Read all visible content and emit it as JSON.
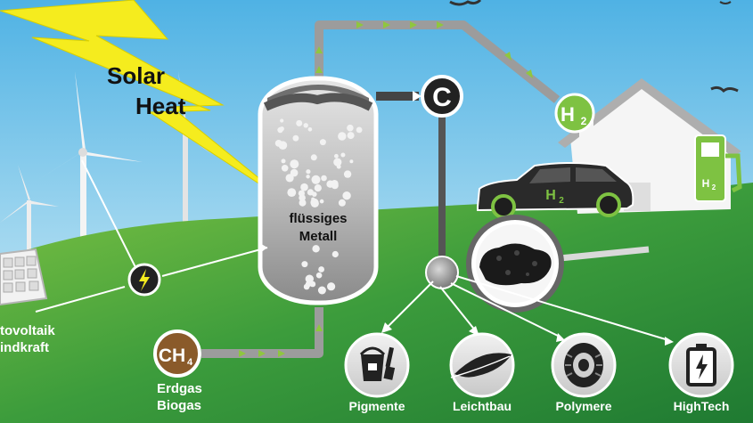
{
  "labels": {
    "solar_line1": "Solar",
    "solar_line2": "Heat",
    "reactor_line1": "flüssiges",
    "reactor_line2": "Metall",
    "carbon": "C",
    "hydrogen_node": "H",
    "hydrogen_node_sub": "2",
    "car_h2": "H",
    "car_h2_sub": "2",
    "pump_h2": "H",
    "pump_h2_sub": "2",
    "methane_main": "CH",
    "methane_sub": "4",
    "renewables_line1": "tovoltaik",
    "renewables_line2": "indkraft",
    "gas_line1": "Erdgas",
    "gas_line2": "Biogas",
    "product_pigments": "Pigmente",
    "product_lightweight": "Leichtbau",
    "product_polymers": "Polymere",
    "product_hightech": "HighTech"
  },
  "colors": {
    "sky_top": "#58b7e6",
    "sky_bottom": "#c9e9f6",
    "grass": "#3a9a3e",
    "lightning": "#f5ec1e",
    "node_dark": "#222222",
    "hydrogen": "#7ec242",
    "methane": "#8a5a2a",
    "pipe": "#8f8f8f",
    "arrow_green": "#8fc63f"
  },
  "icons": {
    "electricity": "lightning-bolt-icon",
    "pigments": "paint-bucket-icon",
    "lightweight": "feather-icon",
    "polymers": "tire-icon",
    "hightech": "battery-icon"
  }
}
